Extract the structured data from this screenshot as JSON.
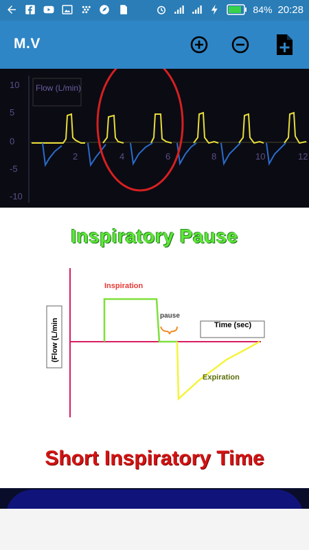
{
  "status_bar": {
    "battery": "84%",
    "time": "20:28"
  },
  "app_bar": {
    "title": "M.V",
    "zoom_in_label": "",
    "zoom_out_label": "",
    "add_file_label": ""
  },
  "top_chart": {
    "y_label": "Flow (L/min)",
    "y_ticks": [
      "10",
      "5",
      "0",
      "-5",
      "-10"
    ],
    "x_ticks": [
      "2",
      "4",
      "6",
      "8",
      "10",
      "12"
    ]
  },
  "heading_primary": "Inspiratory Pause",
  "diagram": {
    "y_label": "(Flow (L/min",
    "x_label": "Time (sec)",
    "inspiration_label": "Inspiration",
    "pause_label": "pause",
    "expiration_label": "Expiration"
  },
  "heading_secondary": "Short Inspiratory Time",
  "colors": {
    "status_bar": "#2a7db6",
    "app_bar": "#2f86c6",
    "inspiration": "#d81b60",
    "green_trace": "#7ee03a",
    "yellow_trace": "#f4f43a",
    "pause_brace": "#f28c28"
  }
}
